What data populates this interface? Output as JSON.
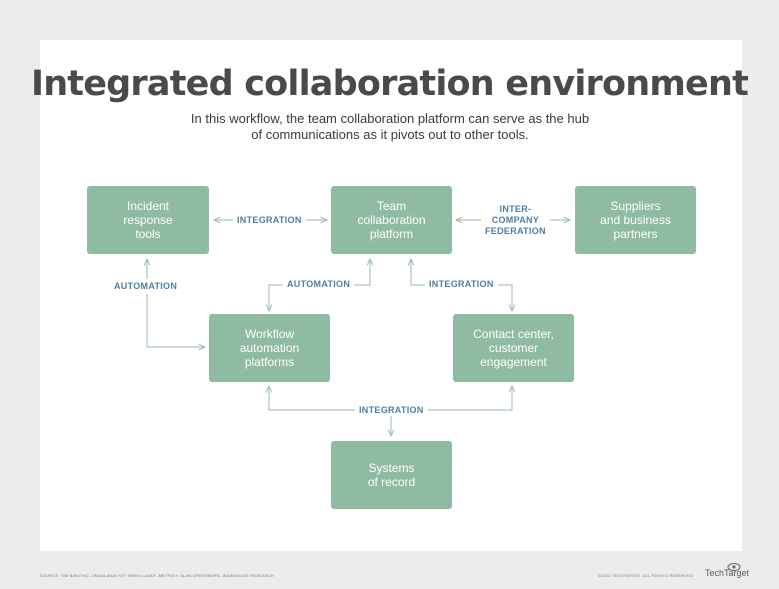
{
  "title": "Integrated collaboration environment",
  "subtitle": {
    "line1": "In this workflow, the team collaboration platform can serve as the hub",
    "line2": "of communications as it pivots out to other tools."
  },
  "nodes": {
    "incident": "Incident\nresponse\ntools",
    "team": "Team\ncollaboration\nplatform",
    "suppliers": "Suppliers\nand business\npartners",
    "workflow": "Workflow\nautomation\nplatforms",
    "contact": "Contact center,\ncustomer\nengagement",
    "systems": "Systems\nof record"
  },
  "edges": {
    "incident_team": "INTEGRATION",
    "team_suppliers": "INTER-\nCOMPANY\nFEDERATION",
    "incident_workflow": "AUTOMATION",
    "team_workflow": "AUTOMATION",
    "team_contact": "INTEGRATION",
    "bottom": "INTEGRATION"
  },
  "footer": {
    "source": "SOURCE: TIM BANTING, OMDIA ANALYST; IRWIN LAZAR, METRIGY; ALAN GREENBERG, WAINHOUSE RESEARCH",
    "copyright": "©2020 TECHTARGET. ALL RIGHTS RESERVED",
    "brand": "TechTarget"
  },
  "colors": {
    "node_fill": "#8fbba3",
    "node_text": "#ffffff",
    "edge_label": "#4f7ea2",
    "connector": "#a9c9b7",
    "title": "#4a4a4a"
  }
}
